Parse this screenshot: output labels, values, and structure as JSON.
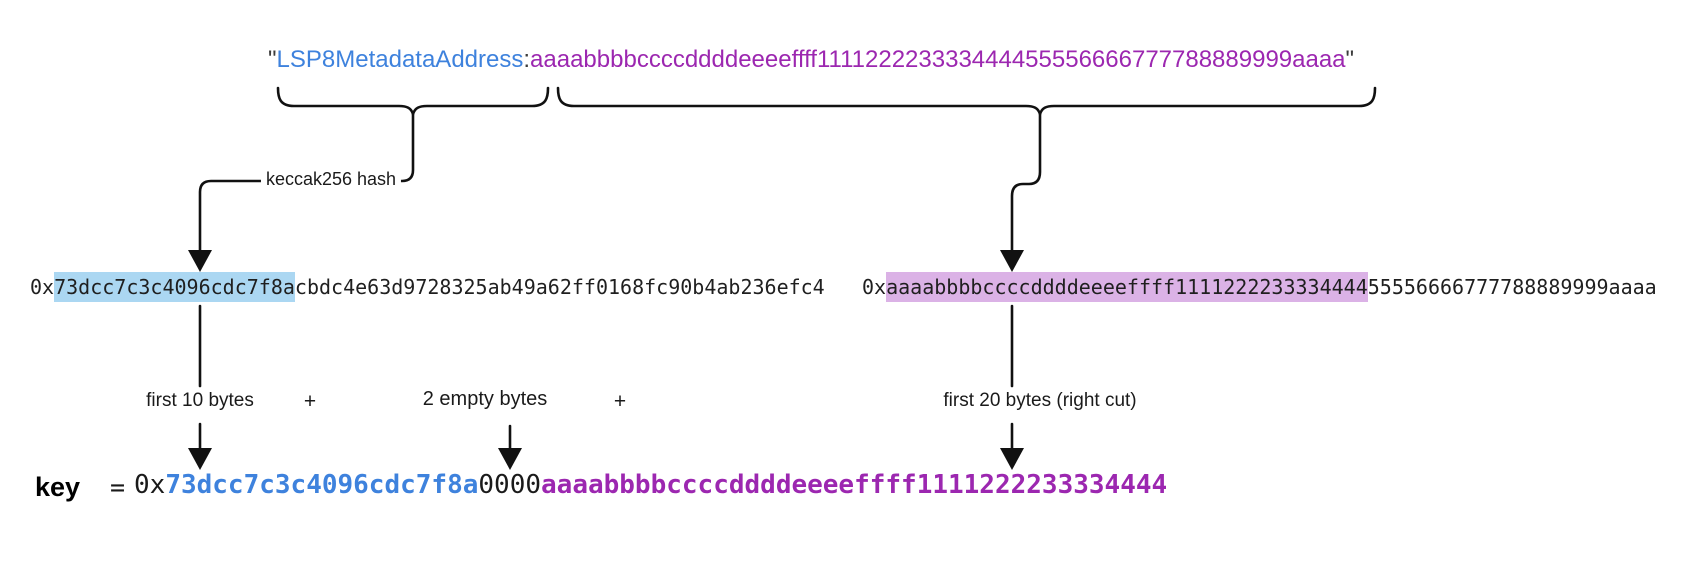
{
  "title": {
    "open_quote": "\"",
    "name_part": "LSP8MetadataAddress",
    "separator": ":",
    "value_part": "aaaabbbbccccddddeeeeffff111122223333444455556666777788889999aaaa",
    "close_quote": "\""
  },
  "hash_left": {
    "prefix": "0x",
    "highlighted": "73dcc7c3c4096cdc7f8a",
    "rest": "cbdc4e63d9728325ab49a62ff0168fc90b4ab236efc4"
  },
  "hash_right": {
    "prefix": "0x",
    "highlighted": "aaaabbbbccccddddeeeeffff1111222233334444",
    "rest": "55556666777788889999aaaa"
  },
  "labels": {
    "keccak": "keccak256 hash",
    "first10": "first 10 bytes",
    "plus1": "+",
    "empty2": "2 empty bytes",
    "plus2": "+",
    "first20": "first 20 bytes (right cut)"
  },
  "key_row": {
    "label": "key",
    "equals": "=",
    "prefix": "0x",
    "part_hash": "73dcc7c3c4096cdc7f8a",
    "part_zeros": "0000",
    "part_value": "aaaabbbbccccddddeeeeffff1111222233334444"
  },
  "colors": {
    "blue_text": "#3e82dd",
    "purple_text": "#9c27b0",
    "blue_highlight": "#abd7f2",
    "purple_highlight": "#dbb2e6",
    "ink": "#1a1a1a",
    "background": "#ffffff"
  }
}
